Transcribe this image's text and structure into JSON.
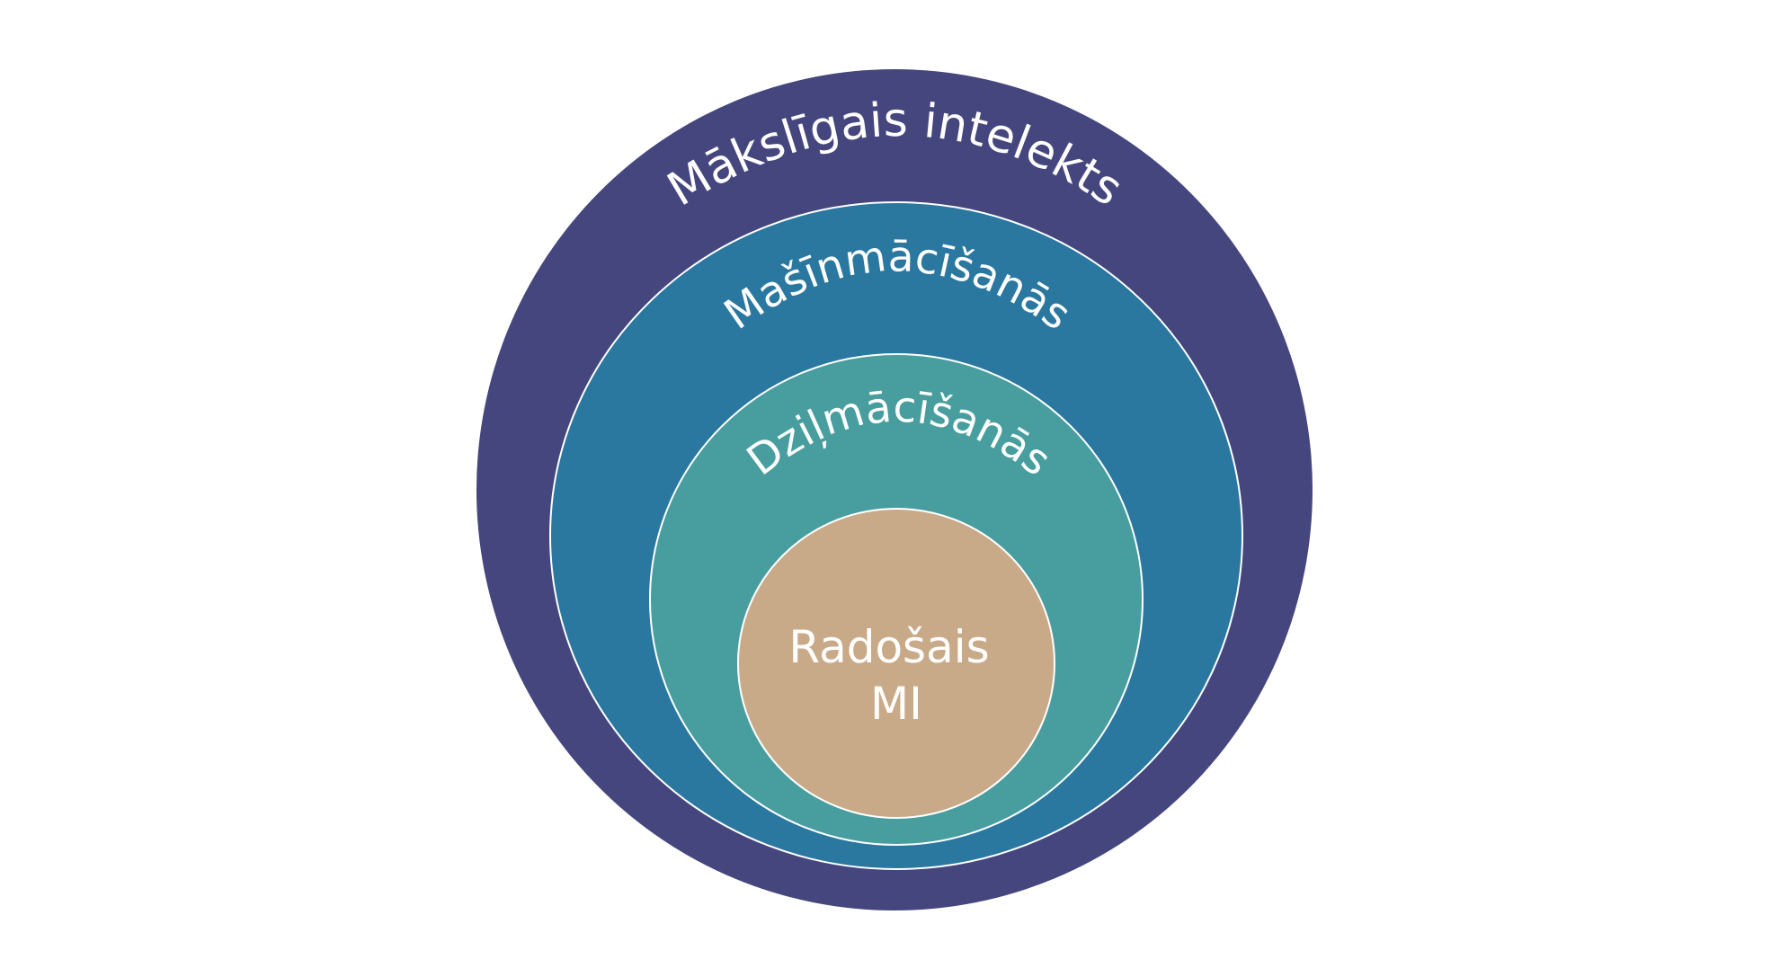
{
  "rings": [
    {
      "id": "ai",
      "label": "Mākslīgais intelekts",
      "fill": "#45467E"
    },
    {
      "id": "ml",
      "label": "Mašīnmācīšanās",
      "fill": "#2A77A0"
    },
    {
      "id": "dl",
      "label": "Dziļmācīšanās",
      "fill": "#489E9F"
    },
    {
      "id": "genai",
      "label_lines": [
        "Radošais",
        "MI"
      ],
      "fill": "#C9AA88"
    }
  ],
  "ring_border_color": "#FFFFFF"
}
